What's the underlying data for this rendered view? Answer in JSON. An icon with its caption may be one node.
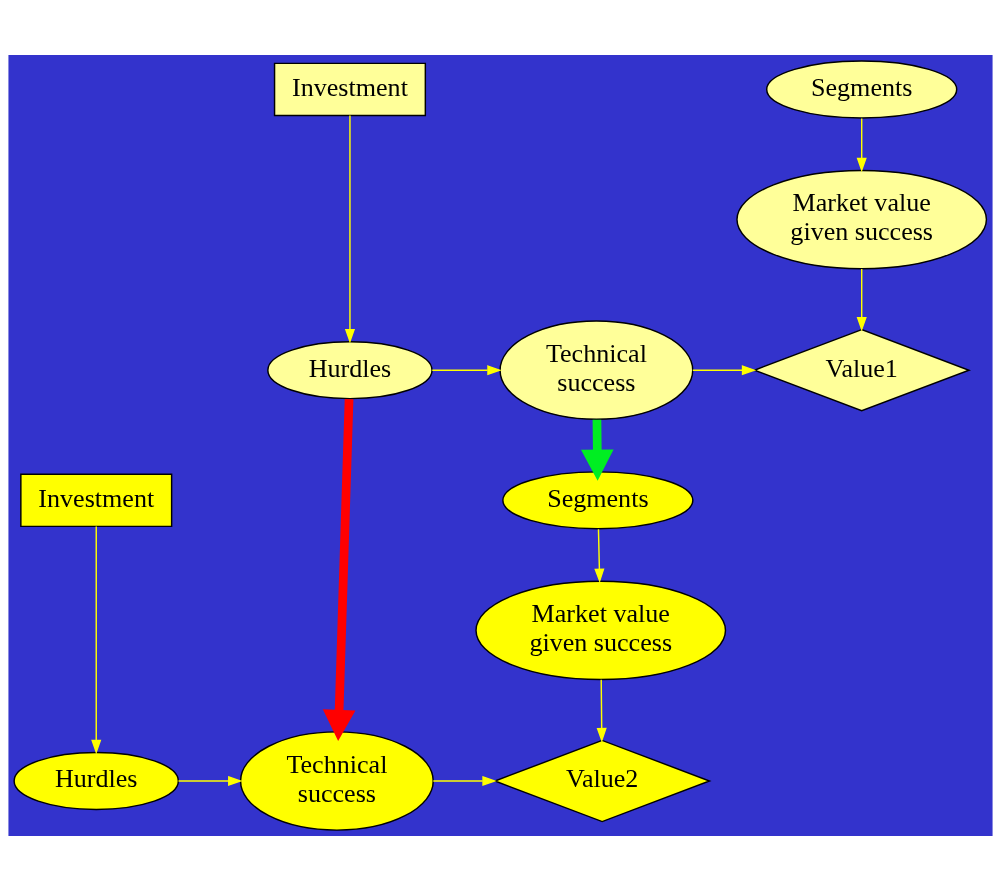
{
  "diagram": {
    "nodes": [
      {
        "text": [
          "Segments"
        ]
      },
      {
        "text": [
          "Investment"
        ]
      },
      {
        "text": [
          "Market value given success"
        ]
      },
      {
        "text": [
          "Hurdles"
        ]
      },
      {
        "text": [
          "Technical success"
        ]
      },
      {
        "text": [
          "Value1"
        ]
      },
      {
        "text": [
          "Segments"
        ]
      },
      {
        "text": [
          "Investment"
        ]
      },
      {
        "text": [
          "Market value given success"
        ]
      },
      {
        "text": [
          "Value2"
        ]
      },
      {
        "text": [
          "Hurdles"
        ]
      },
      {
        "text": [
          "Technical success"
        ]
      }
    ],
    "edges": [
      {
        "from": 0,
        "to": 2,
        "arrow": "to"
      },
      {
        "from": 2,
        "to": 5,
        "arrow": "to"
      },
      {
        "from": 1,
        "to": 3,
        "arrow": "to"
      },
      {
        "from": 3,
        "to": 4,
        "arrow": "to"
      },
      {
        "from": 4,
        "to": 5,
        "arrow": "to"
      },
      {
        "from": 4,
        "to": 6,
        "arrow": "to",
        "style": "thick",
        "color": "#00ee22"
      },
      {
        "from": 3,
        "to": 11,
        "arrow": "to",
        "style": "thick",
        "color": "#ff0000"
      },
      {
        "from": 6,
        "to": 8,
        "arrow": "to"
      },
      {
        "from": 8,
        "to": 9,
        "arrow": "to"
      },
      {
        "from": 7,
        "to": 10,
        "arrow": "to"
      },
      {
        "from": 10,
        "to": 11,
        "arrow": "to"
      },
      {
        "from": 11,
        "to": 9,
        "arrow": "to"
      }
    ]
  }
}
